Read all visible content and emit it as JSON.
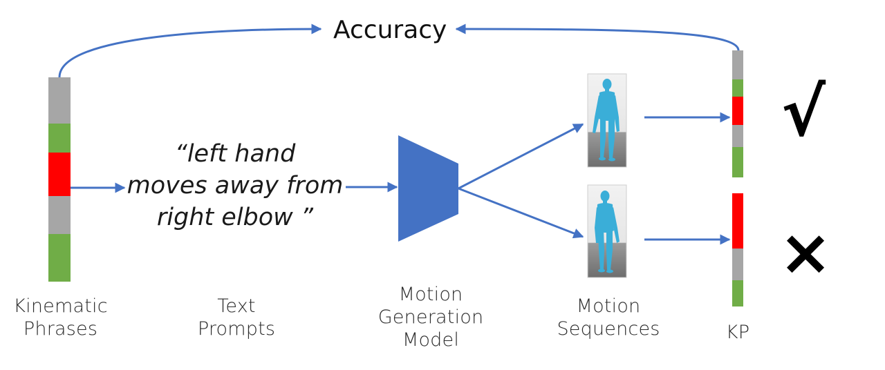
{
  "title": "Accuracy",
  "prompt_lines": [
    "“left hand",
    "moves away from",
    "right elbow ”"
  ],
  "labels": {
    "kinematic": [
      "Kinematic",
      "Phrases"
    ],
    "text": [
      "Text",
      "Prompts"
    ],
    "model": [
      "Motion",
      "Generation",
      "Model"
    ],
    "sequences": [
      "Motion",
      "Sequences"
    ],
    "kp": [
      "KP"
    ]
  },
  "marks": {
    "correct": "√",
    "wrong": "×"
  },
  "colors": {
    "arrow": "#4472c4",
    "model": "#4472c4",
    "gray": "#a6a6a6",
    "green": "#70ad47",
    "red": "#ff0000",
    "figure": "#3aaed8"
  },
  "bars": {
    "kinematic": [
      "gray",
      "green",
      "red",
      "gray",
      "green"
    ],
    "kp_top": [
      "gray",
      "green",
      "red",
      "gray",
      "green"
    ],
    "kp_bottom": [
      "red",
      "gray",
      "green"
    ]
  },
  "icons": [
    "human-figure-icon",
    "check-mark-icon",
    "cross-mark-icon"
  ]
}
